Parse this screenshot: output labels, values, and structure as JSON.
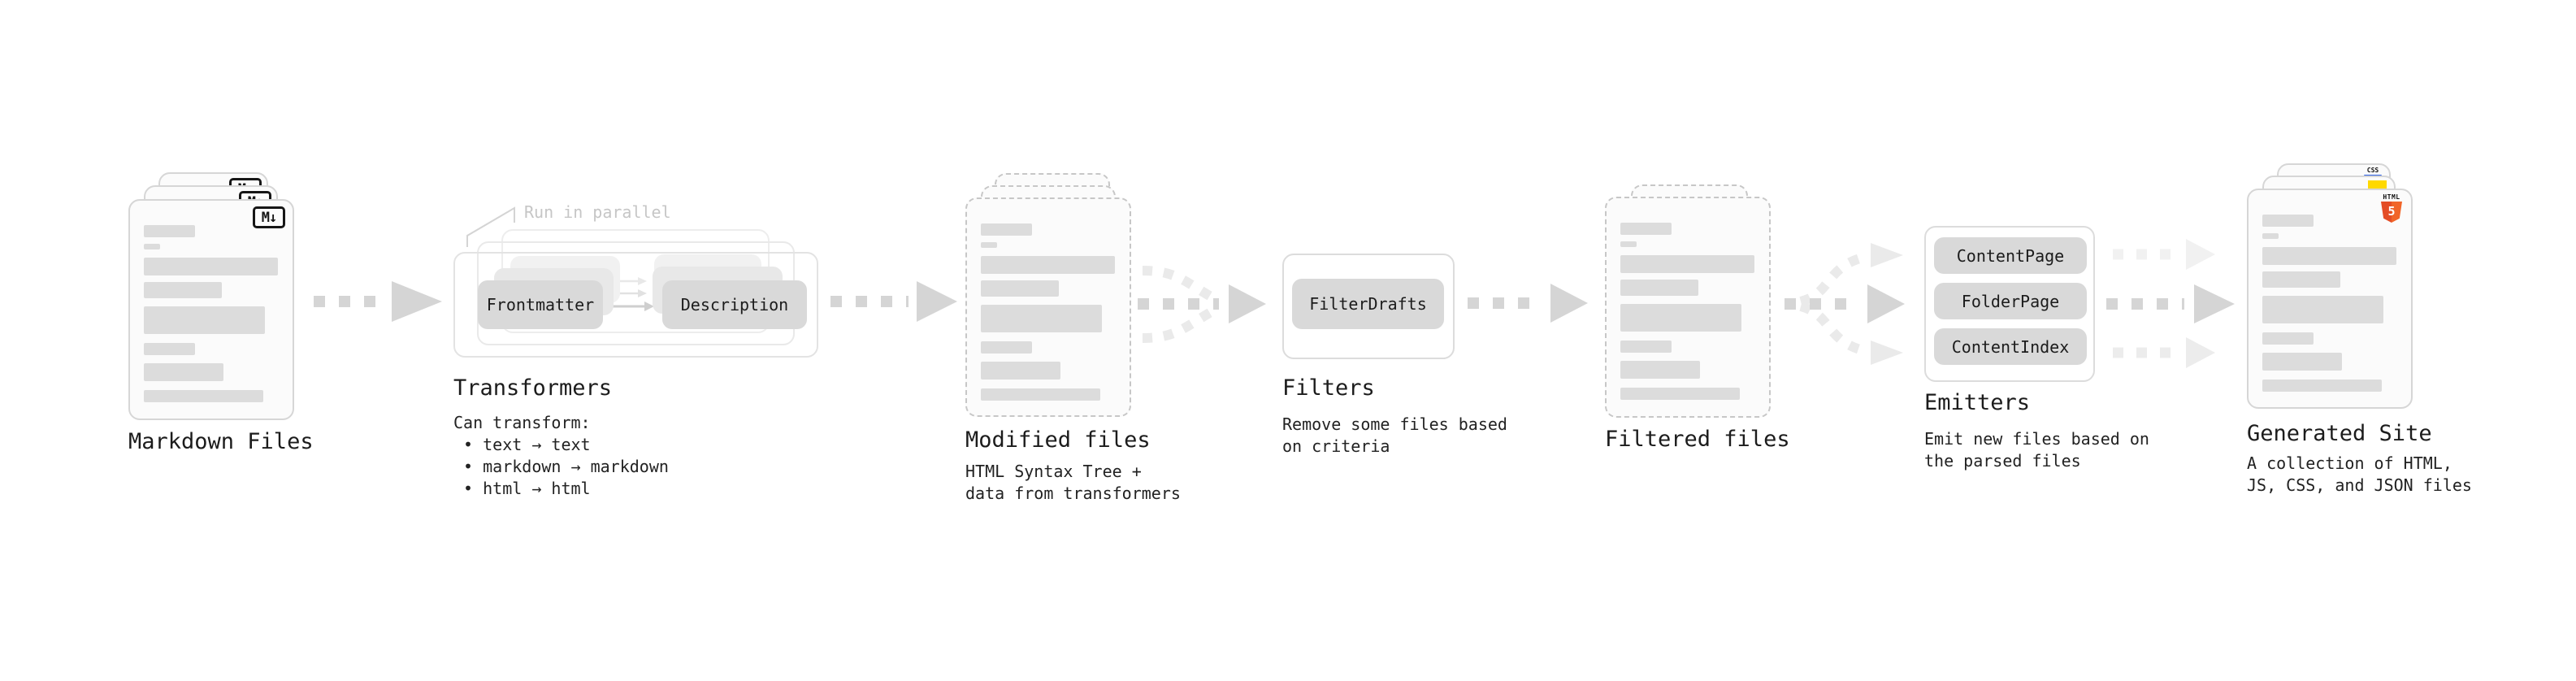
{
  "stages": [
    {
      "id": "markdown-files",
      "title": "Markdown Files"
    },
    {
      "id": "transformers",
      "title": "Transformers",
      "annotation": "Run in parallel",
      "pills": [
        "Frontmatter",
        "Description"
      ],
      "subtitle": "Can transform:\n • text → text\n • markdown → markdown\n • html → html"
    },
    {
      "id": "modified-files",
      "title": "Modified files",
      "subtitle": "HTML Syntax Tree +\ndata from transformers"
    },
    {
      "id": "filters",
      "title": "Filters",
      "pills": [
        "FilterDrafts"
      ],
      "subtitle": "Remove some files based\non criteria"
    },
    {
      "id": "filtered-files",
      "title": "Filtered files"
    },
    {
      "id": "emitters",
      "title": "Emitters",
      "pills": [
        "ContentPage",
        "FolderPage",
        "ContentIndex"
      ],
      "subtitle": "Emit new files based on\nthe parsed files"
    },
    {
      "id": "generated-site",
      "title": "Generated Site",
      "subtitle": "A collection of HTML,\nJS, CSS, and JSON files"
    }
  ],
  "badges": {
    "markdown": "M↓",
    "html_top": "HTML",
    "html_number": "5",
    "css": "CSS"
  },
  "colors": {
    "arrow": "#d5d5d5",
    "arrow_light": "#eaeaea",
    "arrow_xlight": "#f1f1f1",
    "pill": "#d9d9d9",
    "card_border": "#d6d6d6",
    "bars": "#dcdcdc",
    "text": "#1c1c1c",
    "annotation": "#c6c6c6",
    "html5_orange": "#e44d26",
    "js_yellow": "#ffd900",
    "css_blue": "#2b5fe3"
  }
}
